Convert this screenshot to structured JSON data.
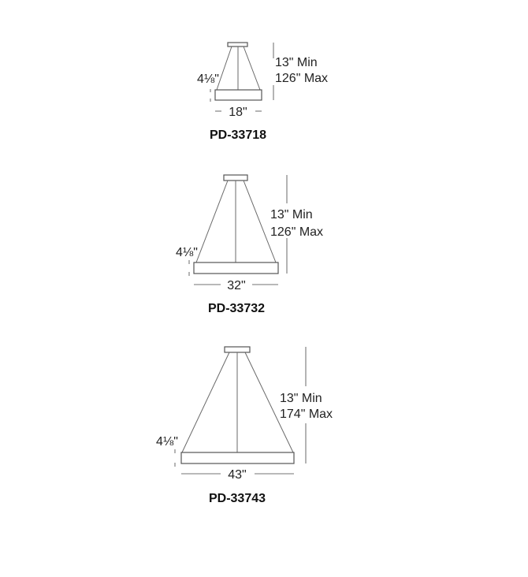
{
  "figures": [
    {
      "model": "PD-33718",
      "width": "18\"",
      "min_height": "13\" Min",
      "max_height": "126\" Max",
      "ring_height": "4⅛\""
    },
    {
      "model": "PD-33732",
      "width": "32\"",
      "min_height": "13\" Min",
      "max_height": "126\" Max",
      "ring_height": "4⅛\""
    },
    {
      "model": "PD-33743",
      "width": "43\"",
      "min_height": "13\" Min",
      "max_height": "174\" Max",
      "ring_height": "4⅛\""
    }
  ]
}
